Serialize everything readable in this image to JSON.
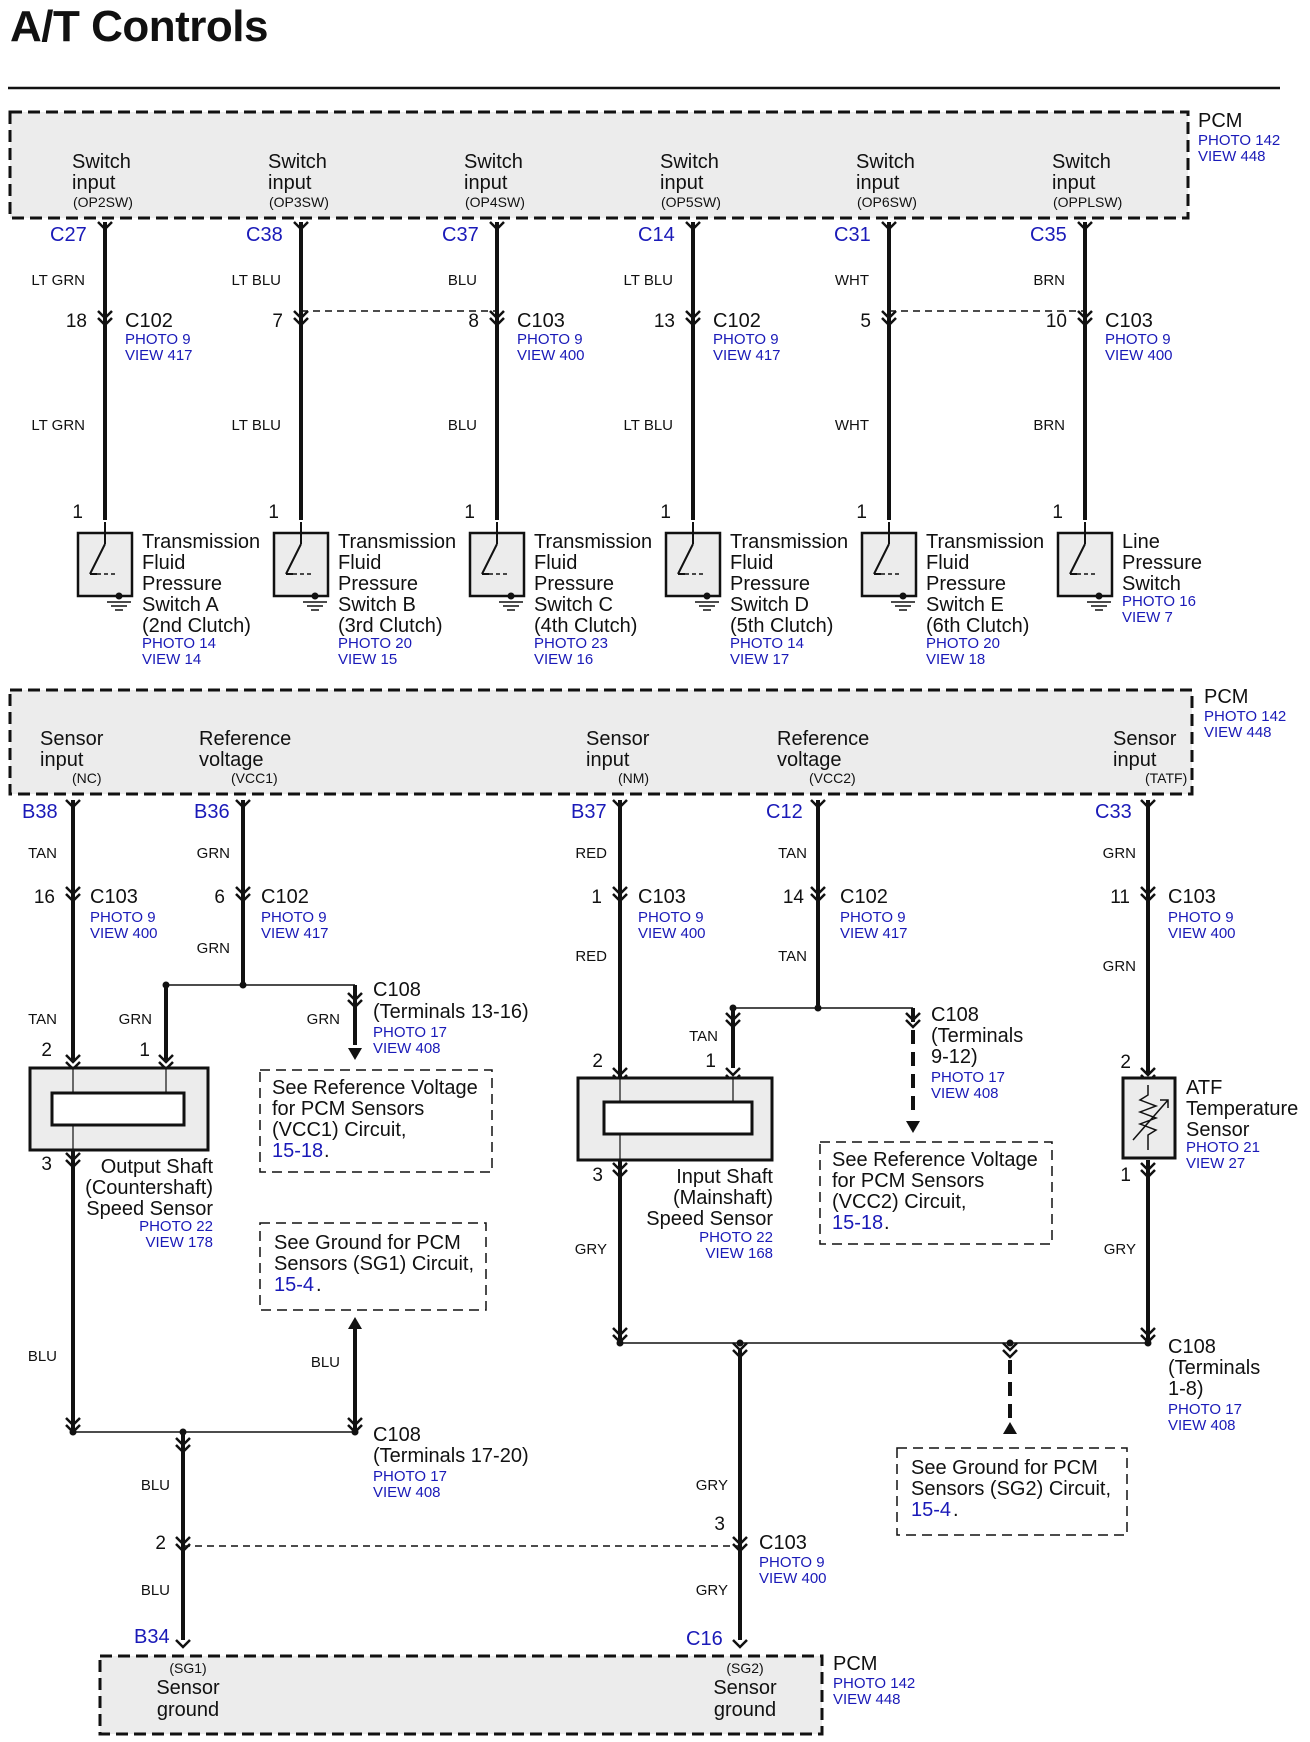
{
  "title": "A/T Controls",
  "pcm": {
    "label": "PCM",
    "photo": "PHOTO 142",
    "view": "VIEW 448"
  },
  "top": {
    "switch_line1": "Switch",
    "switch_line2": "input",
    "cols": [
      {
        "sub": "(OP2SW)",
        "pin": "C27",
        "wire1": "LT GRN",
        "wire2": "LT GRN",
        "term": "18",
        "conn": "C102",
        "photo": "PHOTO 9",
        "view": "VIEW 417",
        "swpin": "1",
        "comp": [
          "Transmission",
          "Fluid",
          "Pressure",
          "Switch A",
          "(2nd Clutch)"
        ],
        "cphoto": "PHOTO 14",
        "cview": "VIEW 14"
      },
      {
        "sub": "(OP3SW)",
        "pin": "C38",
        "wire1": "LT BLU",
        "wire2": "LT BLU",
        "term": "7",
        "conn": "",
        "photo": "",
        "view": "",
        "swpin": "1",
        "comp": [
          "Transmission",
          "Fluid",
          "Pressure",
          "Switch B",
          "(3rd Clutch)"
        ],
        "cphoto": "PHOTO 20",
        "cview": "VIEW 15"
      },
      {
        "sub": "(OP4SW)",
        "pin": "C37",
        "wire1": "BLU",
        "wire2": "BLU",
        "term": "8",
        "conn": "C103",
        "photo": "PHOTO 9",
        "view": "VIEW 400",
        "swpin": "1",
        "comp": [
          "Transmission",
          "Fluid",
          "Pressure",
          "Switch C",
          "(4th Clutch)"
        ],
        "cphoto": "PHOTO 23",
        "cview": "VIEW 16"
      },
      {
        "sub": "(OP5SW)",
        "pin": "C14",
        "wire1": "LT BLU",
        "wire2": "LT BLU",
        "term": "13",
        "conn": "C102",
        "photo": "PHOTO 9",
        "view": "VIEW 417",
        "swpin": "1",
        "comp": [
          "Transmission",
          "Fluid",
          "Pressure",
          "Switch D",
          "(5th Clutch)"
        ],
        "cphoto": "PHOTO 14",
        "cview": "VIEW 17"
      },
      {
        "sub": "(OP6SW)",
        "pin": "C31",
        "wire1": "WHT",
        "wire2": "WHT",
        "term": "5",
        "conn": "",
        "photo": "",
        "view": "",
        "swpin": "1",
        "comp": [
          "Transmission",
          "Fluid",
          "Pressure",
          "Switch E",
          "(6th Clutch)"
        ],
        "cphoto": "PHOTO 20",
        "cview": "VIEW 18"
      },
      {
        "sub": "(OPPLSW)",
        "pin": "C35",
        "wire1": "BRN",
        "wire2": "BRN",
        "term": "10",
        "conn": "C103",
        "photo": "PHOTO 9",
        "view": "VIEW 400",
        "swpin": "1",
        "comp": [
          "Line",
          "Pressure",
          "Switch"
        ],
        "cphoto": "PHOTO 16",
        "cview": "VIEW 7"
      }
    ]
  },
  "mid": {
    "sensor_input": [
      "Sensor",
      "input"
    ],
    "ref_voltage": [
      "Reference",
      "voltage"
    ],
    "nc": "(NC)",
    "vcc1": "(VCC1)",
    "nm": "(NM)",
    "vcc2": "(VCC2)",
    "tatf": "(TATF)",
    "pins": {
      "b38": "B38",
      "b36": "B36",
      "b37": "B37",
      "c12": "C12",
      "c33": "C33"
    },
    "wires": {
      "tan": "TAN",
      "grn": "GRN",
      "red": "RED",
      "blu": "BLU",
      "gry": "GRY"
    },
    "terms": {
      "t16": "16",
      "t6": "6",
      "t1": "1",
      "t14": "14",
      "t11": "11",
      "p2": "2",
      "p1": "1",
      "p3": "3"
    },
    "c102": "C102",
    "c103": "C103",
    "c108": "C108",
    "photo9": "PHOTO 9",
    "photo17": "PHOTO 17",
    "view400": "VIEW 400",
    "view417": "VIEW 417",
    "view408": "VIEW 408",
    "c108_13_16": "(Terminals 13-16)",
    "c108_9_12": [
      "(Terminals",
      "9-12)"
    ],
    "c108_1_8": [
      "(Terminals",
      "1-8)"
    ],
    "c108_17_20": "(Terminals 17-20)",
    "oss": [
      "Output Shaft",
      "(Countershaft)",
      "Speed Sensor"
    ],
    "oss_photo": "PHOTO 22",
    "oss_view": "VIEW 178",
    "iss": [
      "Input Shaft",
      "(Mainshaft)",
      "Speed Sensor"
    ],
    "iss_photo": "PHOTO 22",
    "iss_view": "VIEW 168",
    "atf": [
      "ATF",
      "Temperature",
      "Sensor"
    ],
    "atf_photo": "PHOTO 21",
    "atf_view": "VIEW 27",
    "ref1": [
      "See Reference Voltage",
      "for PCM Sensors",
      "(VCC1) Circuit,"
    ],
    "ref1_link": "15-18",
    "ref2": [
      "See Reference Voltage",
      "for PCM Sensors",
      "(VCC2) Circuit,"
    ],
    "ref2_link": "15-18",
    "gnd1": [
      "See Ground for PCM",
      "Sensors (SG1) Circuit,"
    ],
    "gnd1_link": "15-4",
    "gnd2": [
      "See Ground for PCM",
      "Sensors (SG2) Circuit,"
    ],
    "gnd2_link": "15-4",
    "dot": "."
  },
  "bot": {
    "b34": "B34",
    "c16": "C16",
    "sg1": "(SG1)",
    "sg2": "(SG2)",
    "sensor": "Sensor",
    "ground": "ground",
    "t2": "2",
    "t3": "3",
    "c103": "C103",
    "photo9": "PHOTO 9",
    "view400": "VIEW 400",
    "blu": "BLU",
    "gry": "GRY"
  }
}
